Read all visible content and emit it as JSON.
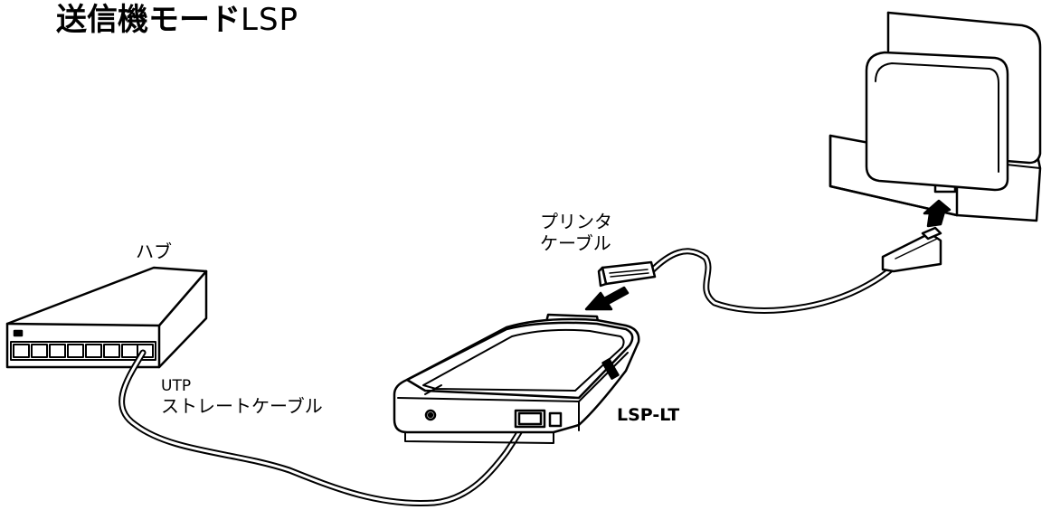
{
  "title": {
    "bold": "送信機モード",
    "light": "LSP"
  },
  "labels": {
    "hub": "ハブ",
    "printer_cable_line1": "プリンタ",
    "printer_cable_line2": "ケーブル",
    "utp_line1": "UTP",
    "utp_line2": "ストレートケーブル",
    "device": "LSP-LT"
  }
}
